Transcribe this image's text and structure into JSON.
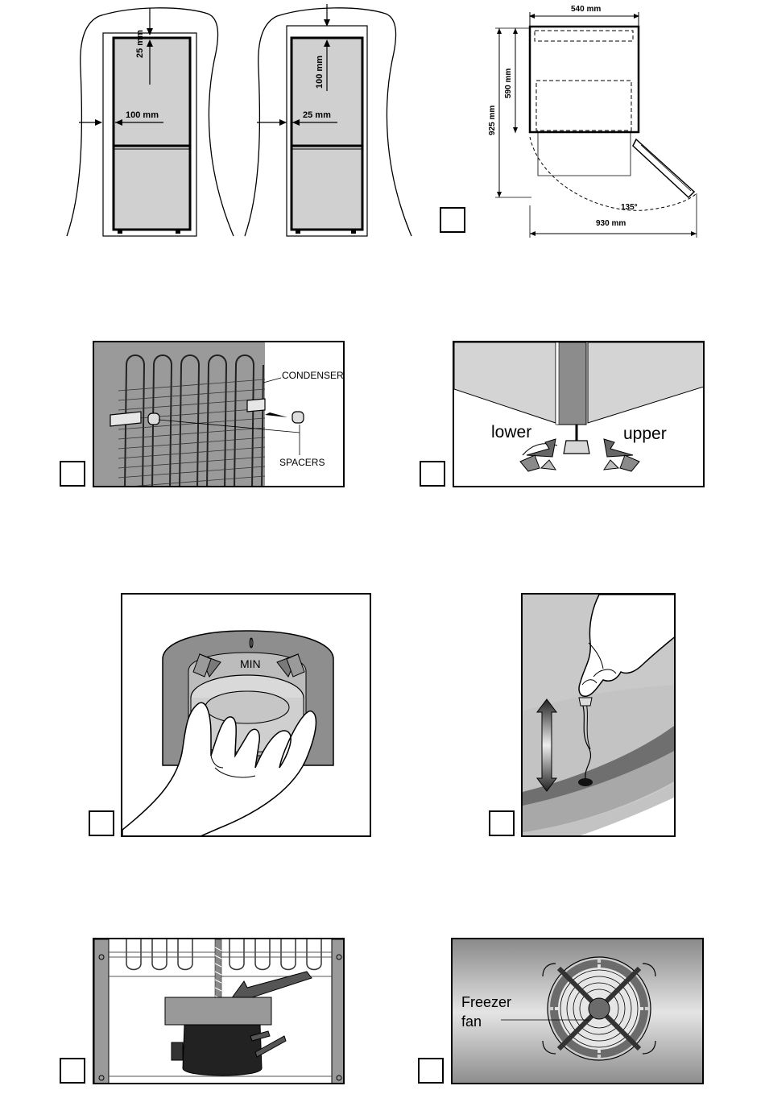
{
  "fig1": {
    "a": {
      "top_gap": "25 mm",
      "side_gap": "100 mm"
    },
    "b": {
      "top_gap": "100 mm",
      "side_gap": "25 mm"
    }
  },
  "fig2": {
    "width": "540 mm",
    "depth": "590 mm",
    "depth_open": "925 mm",
    "angle": "135°",
    "total_width": "930 mm"
  },
  "fig3": {
    "condenser": "CONDENSER",
    "spacers": "SPACERS"
  },
  "fig4": {
    "lower": "lower",
    "upper": "upper"
  },
  "fig5": {
    "min": "MIN"
  },
  "fig8": {
    "label_line1": "Freezer",
    "label_line2": "fan"
  },
  "colors": {
    "panel_dark": "#808080",
    "panel_mid": "#b3b3b3",
    "panel_light": "#d9d9d9",
    "ink": "#000000"
  }
}
